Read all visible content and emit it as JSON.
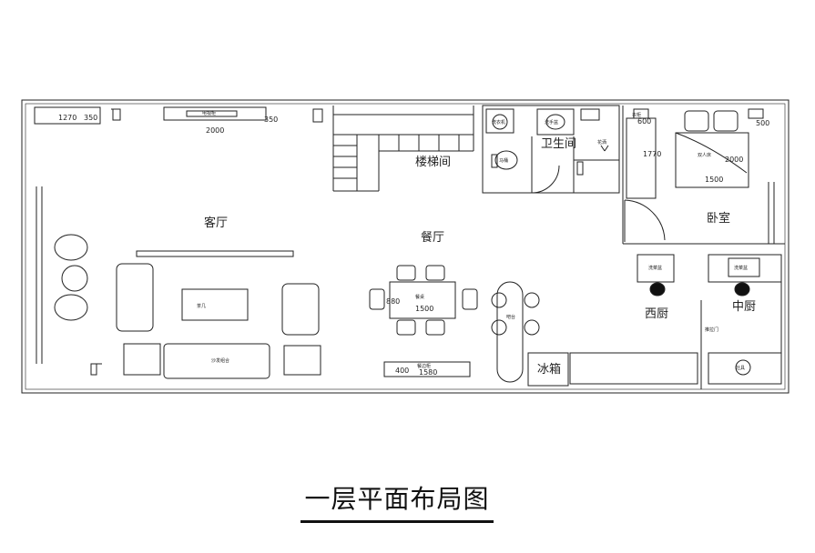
{
  "title": "一层平面布局图",
  "rooms": {
    "living_room": "客厅",
    "stairwell": "楼梯间",
    "bathroom": "卫生间",
    "bedroom": "卧室",
    "dining_room": "餐厅",
    "western_kitchen": "西厨",
    "chinese_kitchen": "中厨",
    "fridge": "冰箱"
  },
  "dimensions": {
    "d1270": "1270",
    "d350a": "350",
    "d2000": "2000",
    "d350b": "350",
    "d600": "600",
    "d1770": "1770",
    "d500": "500",
    "d1500": "1500",
    "d2000b": "2000",
    "d880": "880",
    "d1500b": "1500",
    "d400": "400",
    "d1580": "1580"
  },
  "labels": {
    "tv_cabinet": "电视柜",
    "washer": "洗衣机",
    "wash_basin": "洗手盆",
    "toilet": "马桶",
    "shower": "花洒",
    "bed": "双人床",
    "wardrobe": "衣柜",
    "tea_table": "茶几",
    "sofa": "沙发组合",
    "dining_table": "餐桌",
    "sideboard": "餐边柜",
    "bar": "吧台",
    "sink_w": "洗菜盆",
    "sink_c": "洗菜盆",
    "sliding_door": "推拉门",
    "stove": "灶具"
  }
}
